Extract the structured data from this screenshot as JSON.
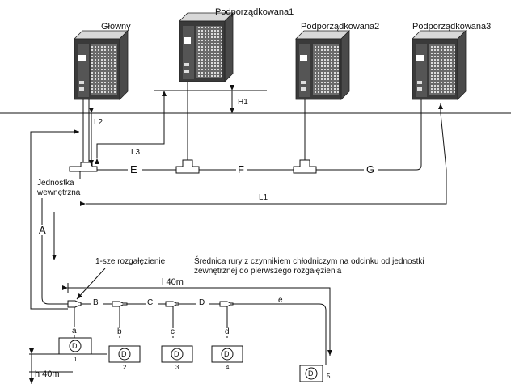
{
  "units": [
    {
      "name": "Główny"
    },
    {
      "name": "Podporządkowana1"
    },
    {
      "name": "Podporządkowana2"
    },
    {
      "name": "Podporządkowana3"
    }
  ],
  "pipe_labels": {
    "L1": "L1",
    "L2": "L2",
    "L3": "L3",
    "H1": "H1",
    "A": "A",
    "B": "B",
    "C": "C",
    "D": "D",
    "E": "E",
    "F": "F",
    "G": "G",
    "a": "a",
    "b": "b",
    "c": "c",
    "d": "d",
    "e": "e"
  },
  "outdoor_unit_label": "Jednostka wewnętrzna",
  "first_branch_label": "1-sze rozgałęzienie",
  "note": {
    "line1": "Średnica rury z czynnikiem chłodniczym na odcinku od jednostki",
    "line2": "zewnętrznej do pierwszego rozgałęzienia"
  },
  "length_limit": "l 40m",
  "height_limit": "h 40m",
  "indoor_units": [
    {
      "symbol": "D",
      "number": "1"
    },
    {
      "symbol": "D",
      "number": "2"
    },
    {
      "symbol": "D",
      "number": "3"
    },
    {
      "symbol": "D",
      "number": "4"
    },
    {
      "symbol": "D",
      "number": "5"
    }
  ]
}
